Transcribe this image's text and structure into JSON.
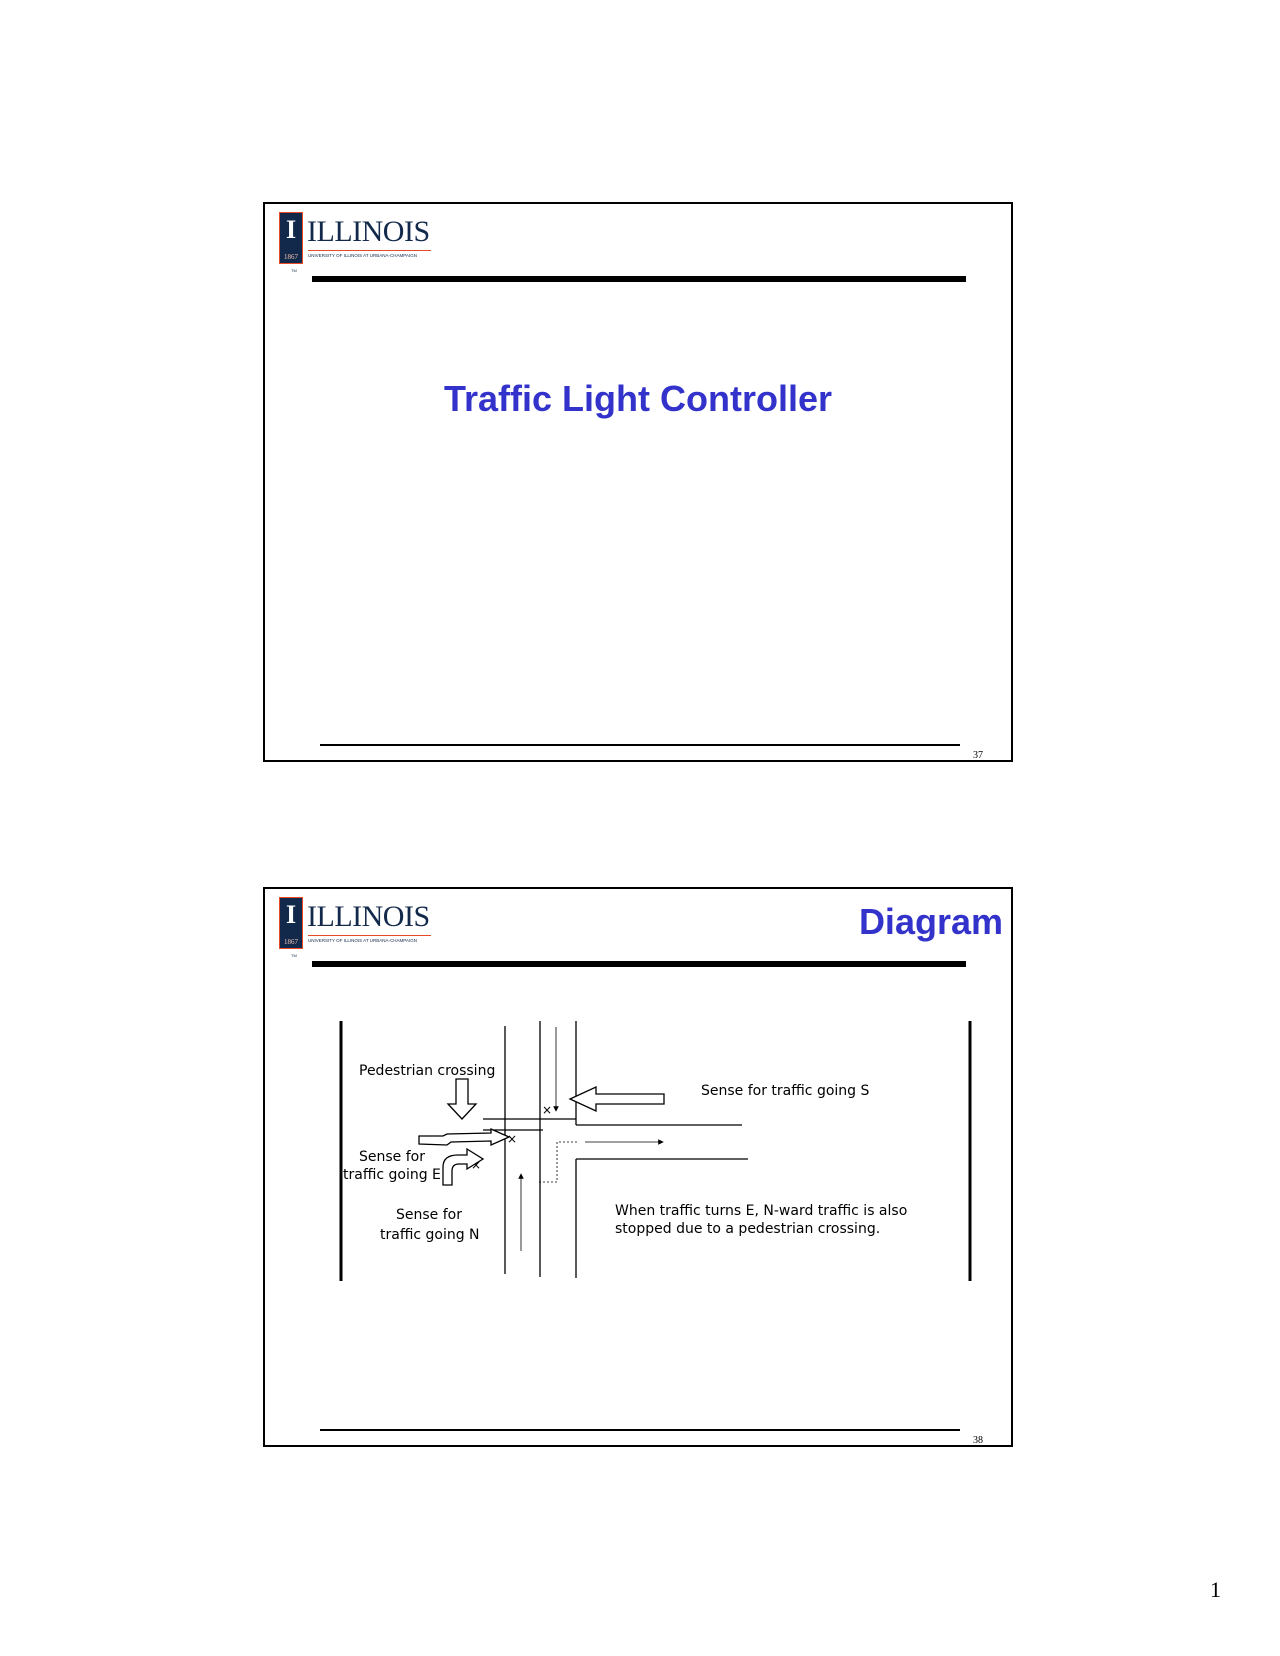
{
  "logo": {
    "initial": "I",
    "wordmark": "ILLINOIS",
    "year": "1867",
    "tagline": "UNIVERSITY OF ILLINOIS AT URBANA-CHAMPAIGN",
    "trademark": "TM"
  },
  "slides": [
    {
      "title": "Traffic Light Controller",
      "number": "37"
    },
    {
      "title": "Diagram",
      "number": "38",
      "diagram_labels": {
        "pedestrian": "Pedestrian crossing",
        "sense_s": "Sense for traffic going S",
        "sense_e_line1": "Sense for",
        "sense_e_line2": "traffic going E",
        "sense_n_line1": "Sense for",
        "sense_n_line2": "traffic going N",
        "note_line1": "When traffic turns E, N-ward traffic is also",
        "note_line2": "stopped due to a pedestrian crossing."
      }
    }
  ],
  "page_number": "1"
}
